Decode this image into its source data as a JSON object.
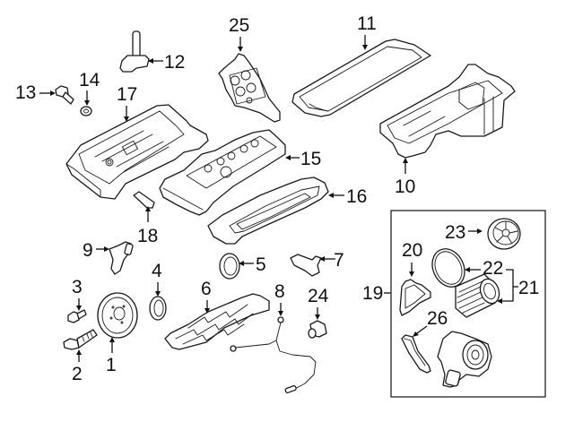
{
  "diagram": {
    "type": "exploded parts diagram",
    "subject": "engine valve cover, oil pan and oil filter housing components",
    "inset_group_label": "19",
    "callouts": [
      {
        "id": "1",
        "label": "1",
        "part": "crankshaft pulley / vibration damper"
      },
      {
        "id": "2",
        "label": "2",
        "part": "pulley bolt"
      },
      {
        "id": "3",
        "label": "3",
        "part": "bolt"
      },
      {
        "id": "4",
        "label": "4",
        "part": "front crankshaft seal"
      },
      {
        "id": "5",
        "label": "5",
        "part": "rear seal"
      },
      {
        "id": "6",
        "label": "6",
        "part": "oil pan baffle / windage tray"
      },
      {
        "id": "7",
        "label": "7",
        "part": "sensor"
      },
      {
        "id": "8",
        "label": "8",
        "part": "oil level sensor wiring"
      },
      {
        "id": "9",
        "label": "9",
        "part": "sensor"
      },
      {
        "id": "10",
        "label": "10",
        "part": "oil pan"
      },
      {
        "id": "11",
        "label": "11",
        "part": "oil pan gasket"
      },
      {
        "id": "12",
        "label": "12",
        "part": "ignition coil"
      },
      {
        "id": "13",
        "label": "13",
        "part": "bolt"
      },
      {
        "id": "14",
        "label": "14",
        "part": "washer"
      },
      {
        "id": "15",
        "label": "15",
        "part": "valve cover"
      },
      {
        "id": "16",
        "label": "16",
        "part": "valve cover gasket"
      },
      {
        "id": "17",
        "label": "17",
        "part": "engine cover"
      },
      {
        "id": "18",
        "label": "18",
        "part": "clip"
      },
      {
        "id": "19",
        "label": "19",
        "part": "oil filter housing assembly"
      },
      {
        "id": "20",
        "label": "20",
        "part": "housing gasket"
      },
      {
        "id": "21",
        "label": "21",
        "part": "oil filter kit"
      },
      {
        "id": "22",
        "label": "22",
        "part": "filter o-ring / element"
      },
      {
        "id": "23",
        "label": "23",
        "part": "filter cap"
      },
      {
        "id": "24",
        "label": "24",
        "part": "sensor"
      },
      {
        "id": "25",
        "label": "25",
        "part": "timing cover / bracket"
      },
      {
        "id": "26",
        "label": "26",
        "part": "gasket"
      }
    ]
  }
}
